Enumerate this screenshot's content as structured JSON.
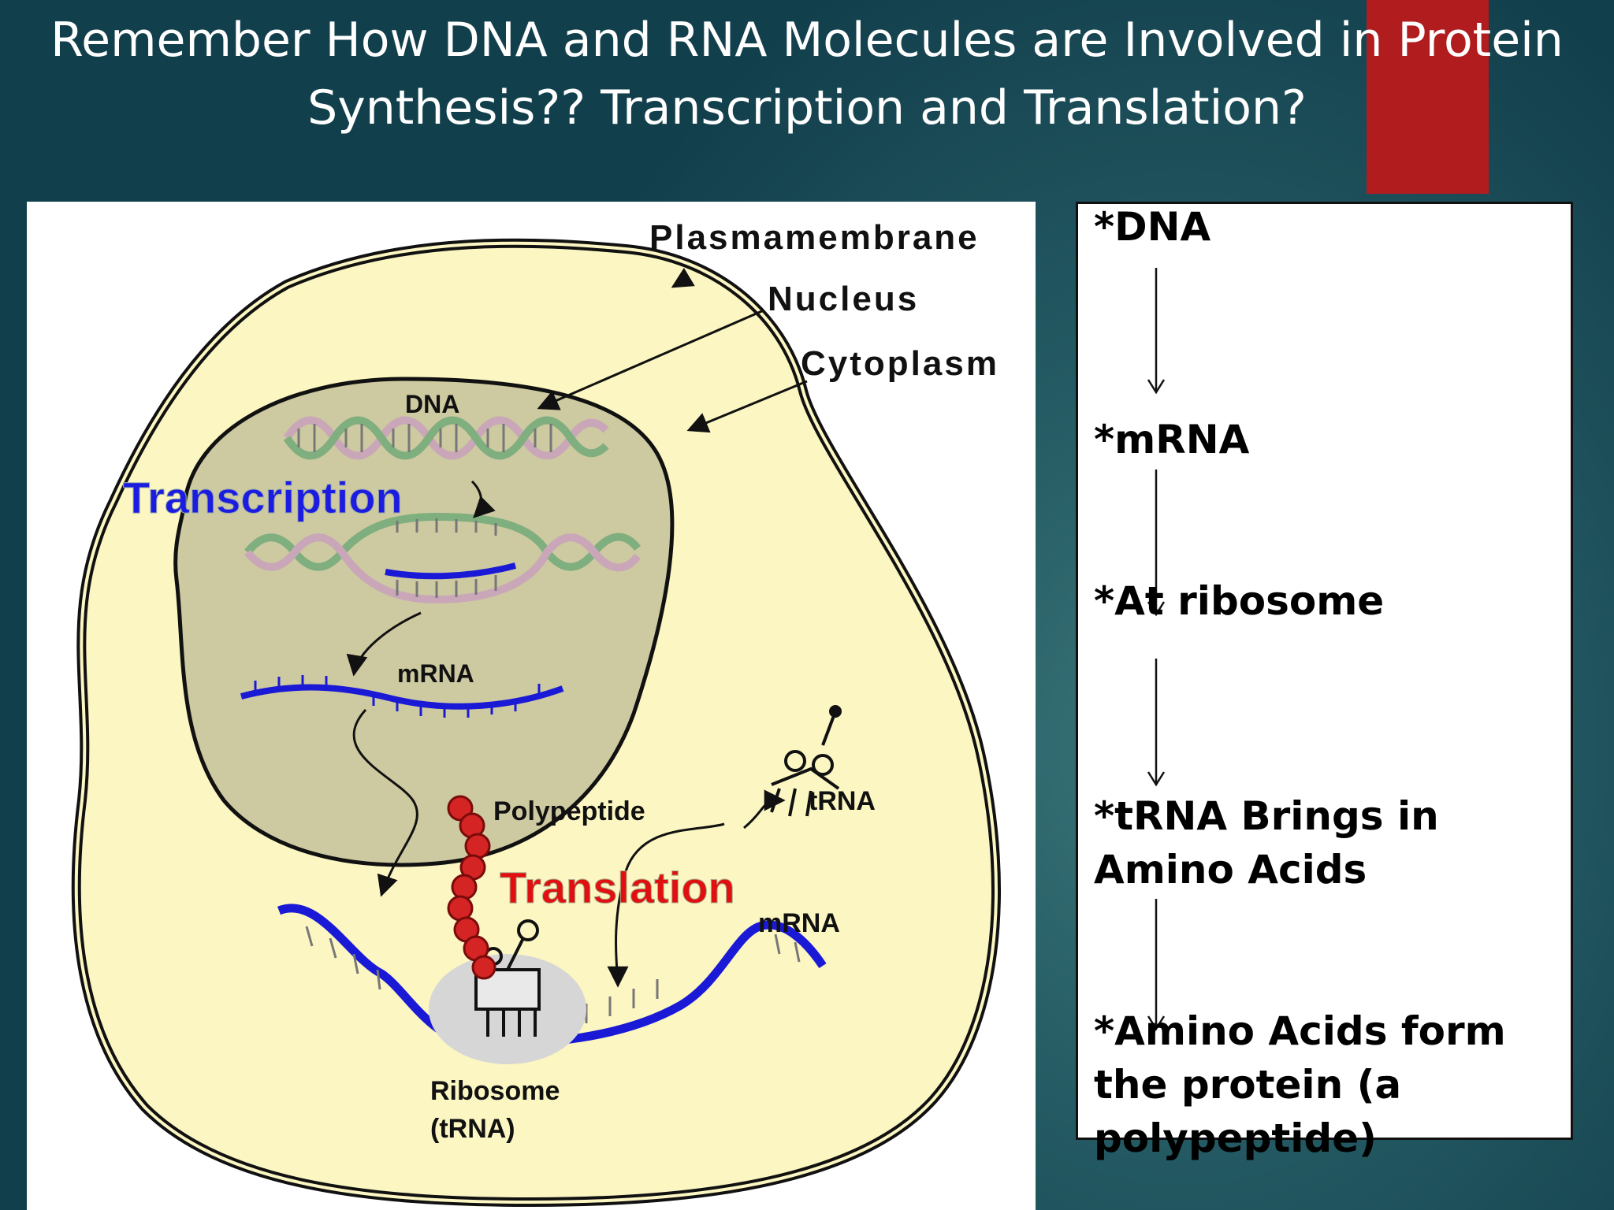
{
  "slide": {
    "title_line1": "Remember How DNA and RNA Molecules are Involved in Protein",
    "title_line2": "Synthesis?? Transcription and Translation?",
    "accent_color": "#b11c1e"
  },
  "diagram": {
    "labels": {
      "plasmamembrane": "Plasmamembrane",
      "nucleus": "Nucleus",
      "cytoplasm": "Cytoplasm",
      "dna": "DNA",
      "transcription": "Transcription",
      "mrna_nucleus": "mRNA",
      "polypeptide": "Polypeptide",
      "trna": "tRNA",
      "translation": "Translation",
      "mrna_ribosome": "mRNA",
      "ribosome": "Ribosome",
      "ribosome_trna": "(tRNA)"
    },
    "colors": {
      "cell_fill": "#fbf6c2",
      "nucleus_fill": "#cdc9a0",
      "mrna_blue": "#1a1ad6",
      "transcription_blue": "#1c1ce0",
      "translation_red": "#e01010",
      "polypeptide_red": "#d42424"
    }
  },
  "flow": {
    "steps": [
      "*DNA",
      "*mRNA",
      "*At ribosome",
      "*tRNA  Brings in",
      "Amino Acids",
      "*Amino Acids form",
      "the protein (a",
      "polypeptide)"
    ]
  }
}
